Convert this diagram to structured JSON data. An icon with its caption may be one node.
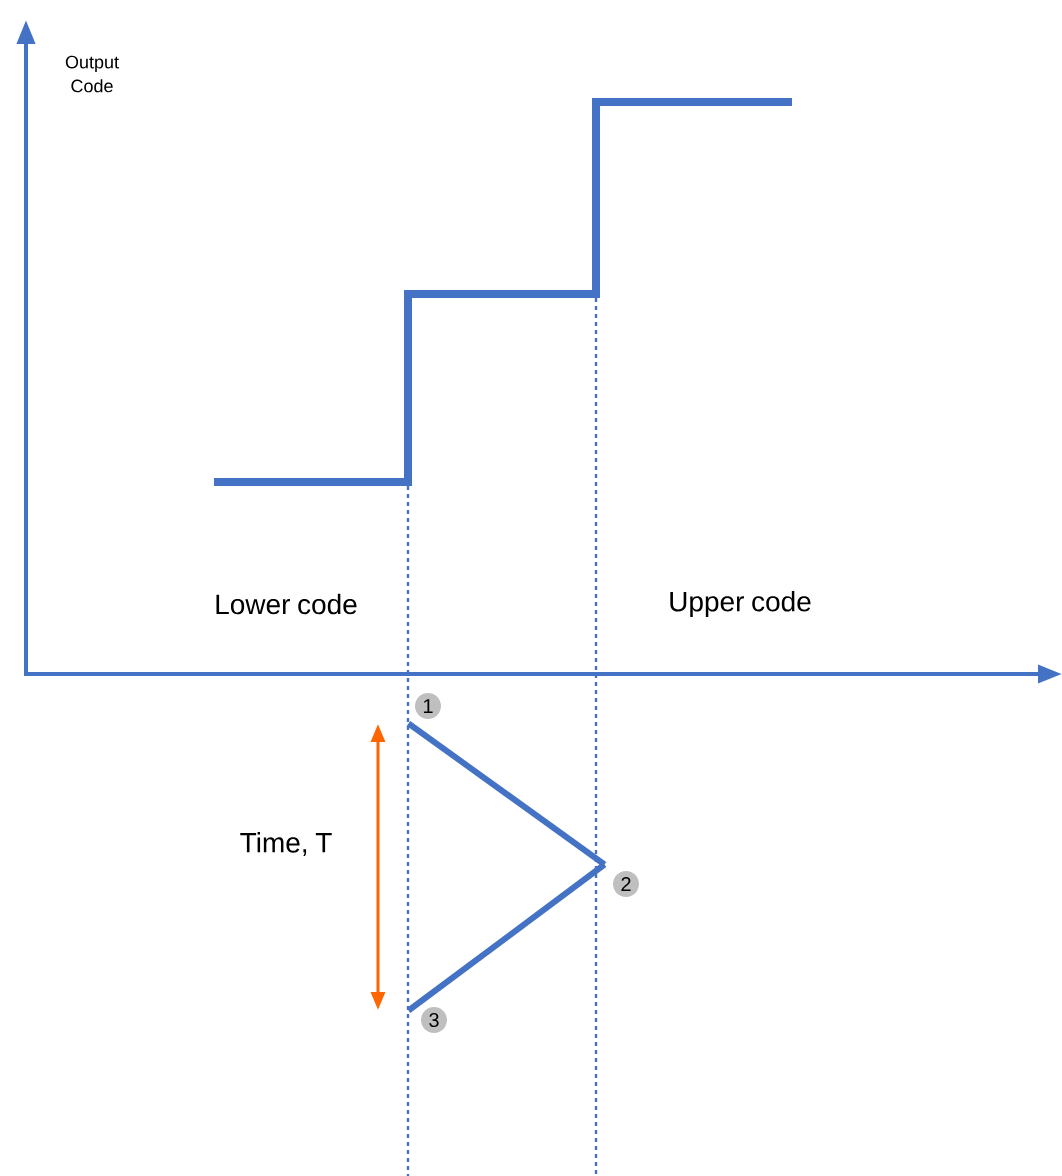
{
  "diagram": {
    "nodes": [
      {
        "text": [
          "1"
        ]
      },
      {
        "text": [
          "2"
        ]
      },
      {
        "text": [
          "3"
        ]
      }
    ],
    "edges": [
      {
        "from": 0,
        "to": 1,
        "arrow": "none"
      },
      {
        "from": 1,
        "to": 2,
        "arrow": "none"
      }
    ],
    "labels": [
      "Output Code",
      "Lower code",
      "Upper code",
      "Time, T"
    ]
  }
}
